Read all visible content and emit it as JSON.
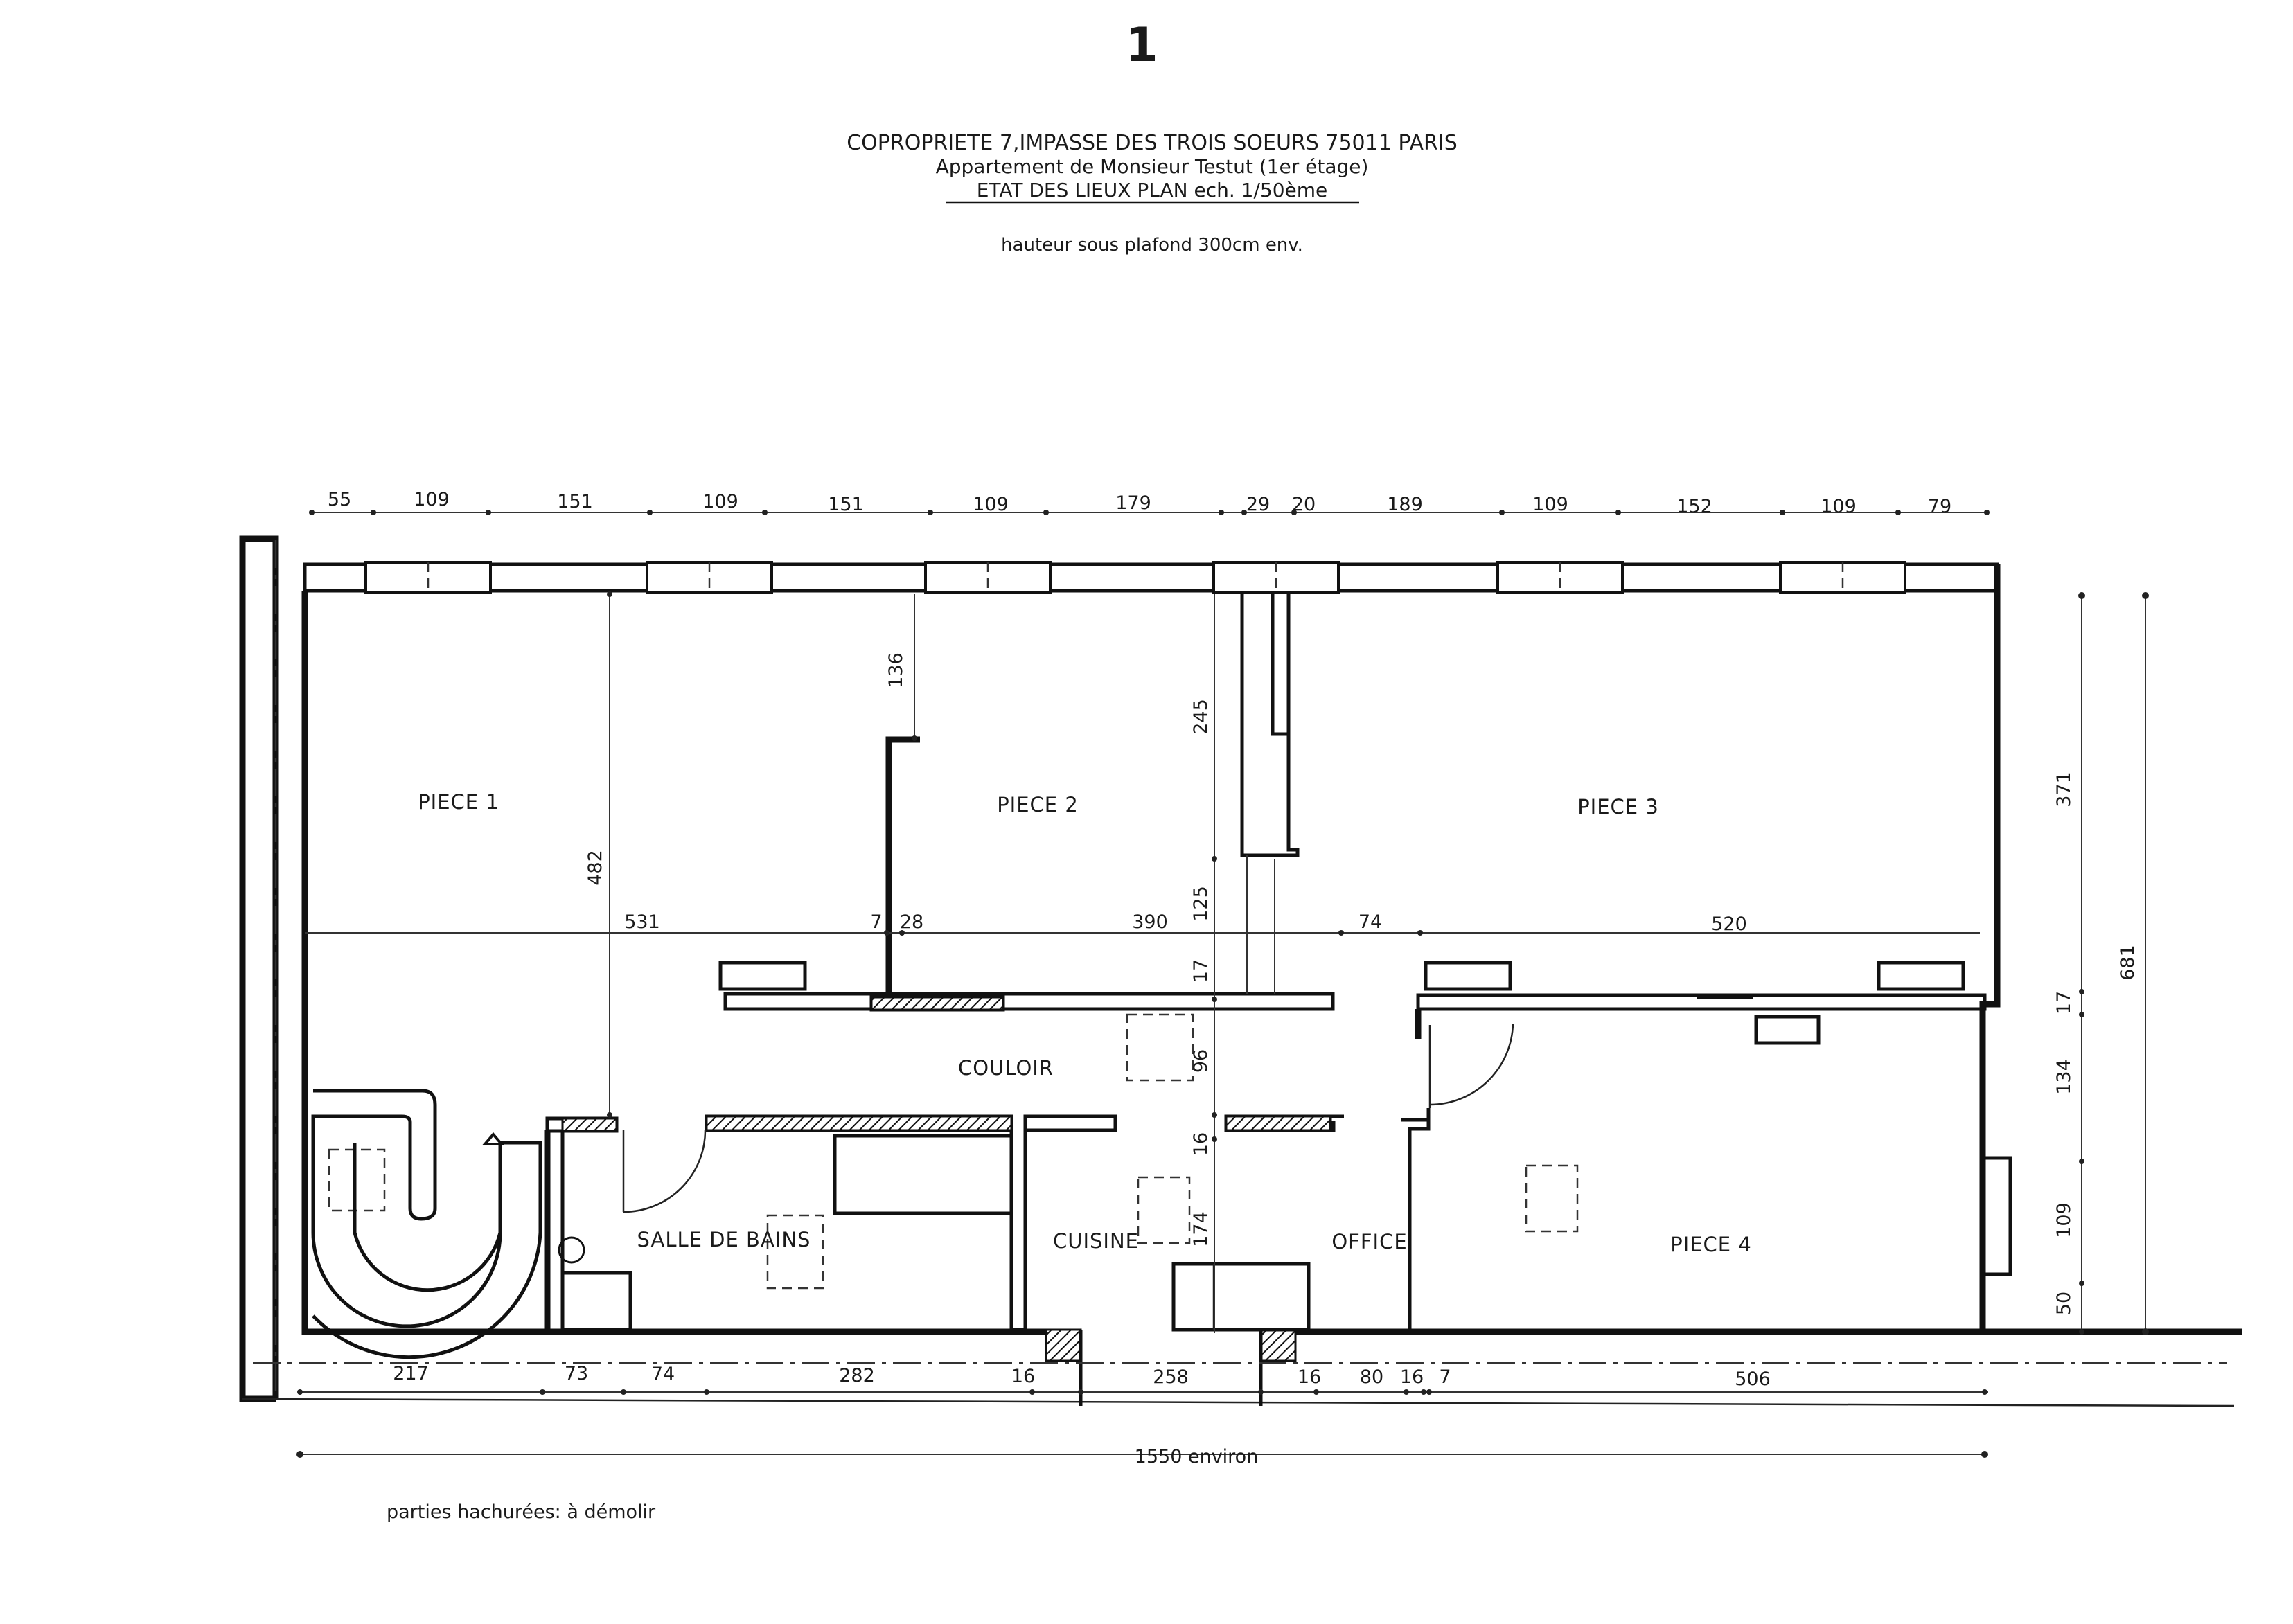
{
  "page_number": "1",
  "header": {
    "line1": "COPROPRIETE 7,IMPASSE DES TROIS SOEURS 75011 PARIS",
    "line2": "Appartement de Monsieur Testut (1er étage)",
    "line3": "ETAT DES LIEUX  PLAN ech. 1/50ème",
    "line4": "hauteur sous plafond 300cm env."
  },
  "rooms": {
    "piece1": "PIECE 1",
    "piece2": "PIECE 2",
    "piece3": "PIECE 3",
    "piece4": "PIECE 4",
    "couloir": "COULOIR",
    "salle_de_bains": "SALLE DE BAINS",
    "cuisine": "CUISINE",
    "office": "OFFICE"
  },
  "dimensions": {
    "top": [
      "55",
      "109",
      "151",
      "109",
      "151",
      "109",
      "179",
      "29",
      "20",
      "189",
      "109",
      "152",
      "109",
      "79"
    ],
    "bottom": [
      "217",
      "73",
      "74",
      "282",
      "16",
      "258",
      "16",
      "80",
      "16",
      "7",
      "506"
    ],
    "total": "1550 environ",
    "right": [
      "371",
      "17",
      "134",
      "109",
      "50"
    ],
    "right_total": "681",
    "interior": {
      "piece1_height": "482",
      "piece2_upper": "136",
      "axis_245": "245",
      "axis_125": "125",
      "axis_17": "17",
      "axis_96": "96",
      "axis_16": "16",
      "axis_174": "174",
      "width_531": "531",
      "width_7": "7",
      "width_28": "28",
      "width_390": "390",
      "width_74": "74",
      "width_520": "520"
    }
  },
  "footnote": "parties hachurées: à démolir"
}
